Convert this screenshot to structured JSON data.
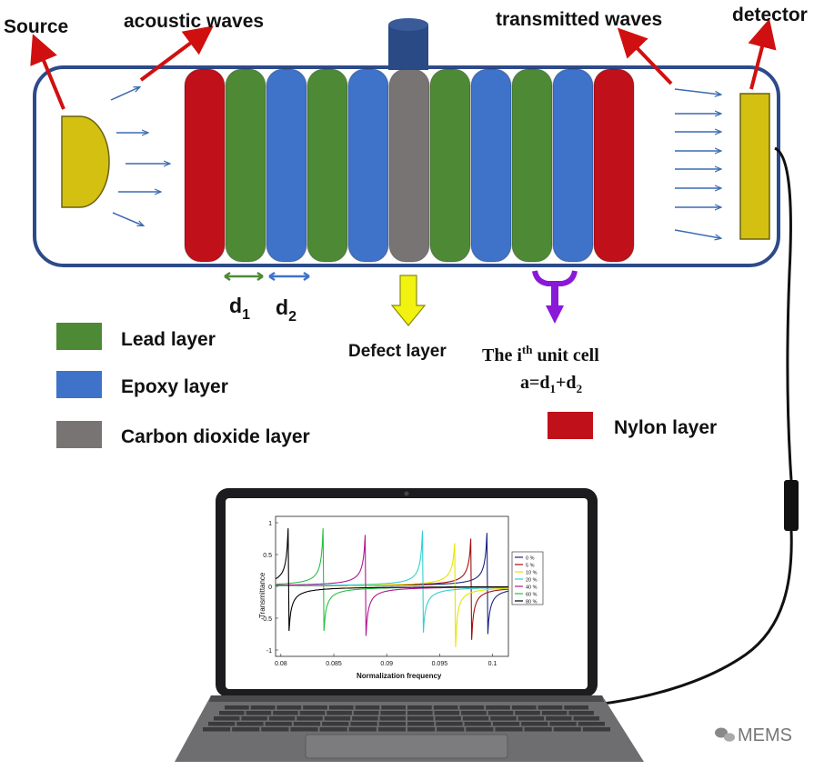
{
  "labels": {
    "source": "Source",
    "acoustic_waves": "acoustic waves",
    "transmitted_waves": "transmitted waves",
    "detector": "detector",
    "d1": "d",
    "d1_sub": "1",
    "d2": "d",
    "d2_sub": "2",
    "defect_layer": "Defect layer",
    "unit_cell_prefix": "The  i",
    "unit_cell_sup": "th",
    "unit_cell_suffix": " unit cell",
    "unit_cell_formula_a": "a=d",
    "unit_cell_formula_sub1": "1",
    "unit_cell_formula_plus": "+d",
    "unit_cell_formula_sub2": "2"
  },
  "legend": [
    {
      "label": "Lead layer",
      "color": "#4e8a35"
    },
    {
      "label": "Epoxy layer",
      "color": "#3f72c9"
    },
    {
      "label": "Carbon dioxide layer",
      "color": "#787474"
    },
    {
      "label": "Nylon layer",
      "color": "#c0101a"
    }
  ],
  "layers": [
    {
      "material": "nylon",
      "color": "#c0101a"
    },
    {
      "material": "lead",
      "color": "#4e8a35"
    },
    {
      "material": "epoxy",
      "color": "#3f72c9"
    },
    {
      "material": "lead",
      "color": "#4e8a35"
    },
    {
      "material": "epoxy",
      "color": "#3f72c9"
    },
    {
      "material": "carbon dioxide",
      "color": "#787474"
    },
    {
      "material": "lead",
      "color": "#4e8a35"
    },
    {
      "material": "epoxy",
      "color": "#3f72c9"
    },
    {
      "material": "lead",
      "color": "#4e8a35"
    },
    {
      "material": "epoxy",
      "color": "#3f72c9"
    },
    {
      "material": "nylon",
      "color": "#c0101a"
    }
  ],
  "chart": {
    "ylabel": "Transmittance",
    "xlabel": "Normalization frequency",
    "xticks": [
      "0.08",
      "0.085",
      "0.09",
      "0.095",
      "0.1"
    ],
    "yticks": [
      "1",
      "0.5",
      "0",
      "-0.5",
      "-1"
    ],
    "legend": [
      {
        "label": "0 %",
        "color": "#1a237e"
      },
      {
        "label": "5 %",
        "color": "#a01010"
      },
      {
        "label": "10 %",
        "color": "#e6e600"
      },
      {
        "label": "20 %",
        "color": "#30d0d0"
      },
      {
        "label": "40 %",
        "color": "#b01890"
      },
      {
        "label": "60 %",
        "color": "#28c040"
      },
      {
        "label": "80 %",
        "color": "#000000"
      }
    ]
  },
  "watermark": "MEMS"
}
